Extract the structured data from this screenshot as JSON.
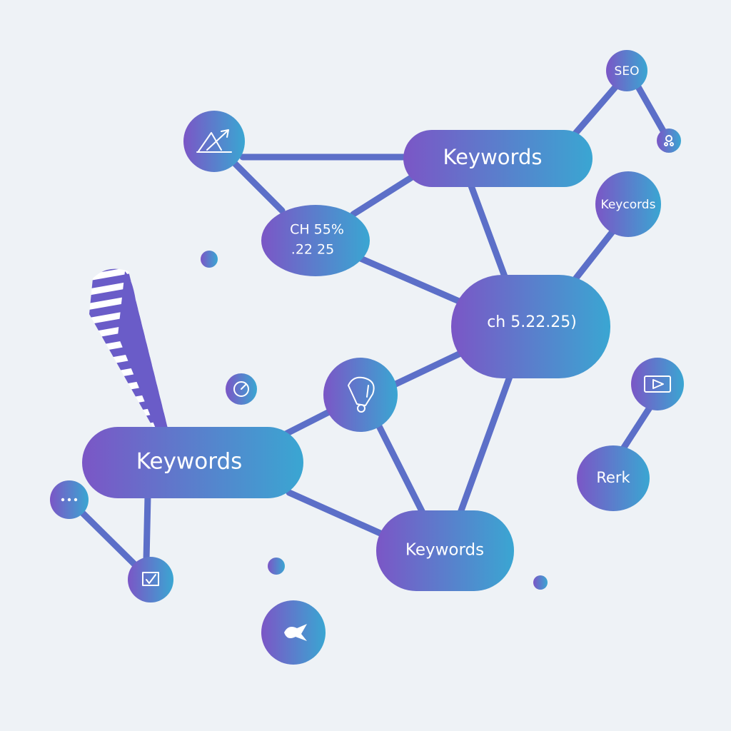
{
  "colors": {
    "background": "#eef2f6",
    "gradient_start": "#7b56c6",
    "gradient_end": "#3aa6d2",
    "edge": "#5c6fc8",
    "text": "#ffffff"
  },
  "nodes": {
    "keywords_top": "Keywords",
    "seo": "SEO",
    "keywords_right": "Keycords",
    "metric_line1": "CH 55%",
    "metric_line2": ".22 25",
    "center": "ch 5.22.25)",
    "keywords_left": "Keywords",
    "rerk": "Rerk",
    "keywords_bottom": "Keywords"
  },
  "icons": [
    "trend-chart-icon",
    "user-icon",
    "gauge-icon",
    "bell-icon",
    "video-play-icon",
    "more-dots-icon",
    "checkmark-icon",
    "bird-icon",
    "striped-pencil-icon"
  ]
}
